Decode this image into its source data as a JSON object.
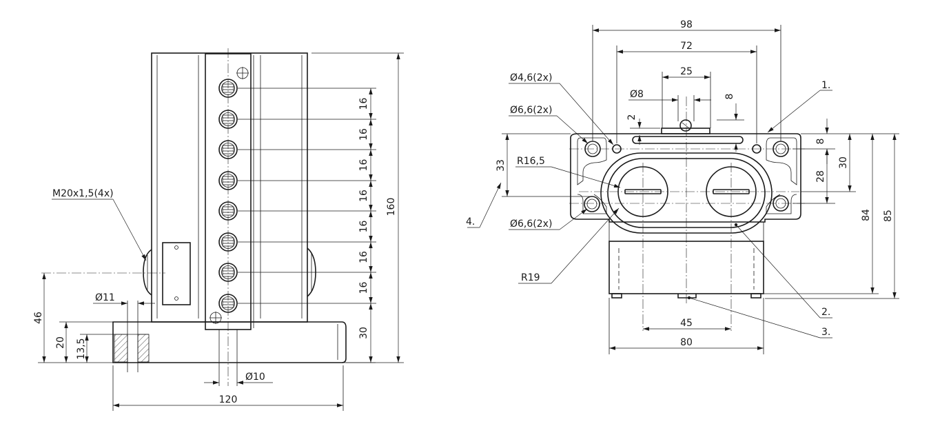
{
  "side_view": {
    "labels": {
      "thread": "M20x1,5(4x)",
      "d11": "Ø11",
      "d10": "Ø10",
      "w120": "120",
      "h160": "160",
      "h46": "46",
      "h20": "20",
      "h13_5": "13,5",
      "pitch": "16",
      "h30": "30"
    }
  },
  "top_view": {
    "labels": {
      "w98": "98",
      "w72": "72",
      "w25": "25",
      "d8": "Ø8",
      "v8a": "8",
      "v2": "2",
      "d4_6": "Ø4,6(2x)",
      "d6_6a": "Ø6,6(2x)",
      "d6_6b": "Ø6,6(2x)",
      "r16_5": "R16,5",
      "r19": "R19",
      "h33": "33",
      "v8b": "8",
      "v28": "28",
      "v30": "30",
      "v84": "84",
      "v85": "85",
      "w45": "45",
      "w80": "80",
      "n1": "1.",
      "n2": "2.",
      "n3": "3.",
      "n4": "4."
    }
  }
}
